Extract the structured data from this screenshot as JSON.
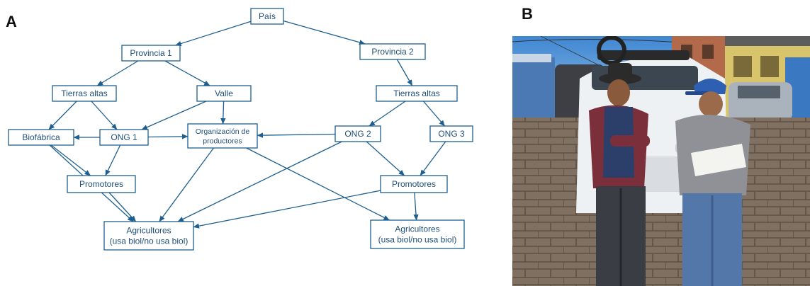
{
  "colors": {
    "diagram": "#1f5f8f",
    "text": "#1f4e79"
  },
  "panels": {
    "a_label": "A",
    "b_label": "B"
  },
  "nodes": [
    {
      "id": "pais",
      "label": "País"
    },
    {
      "id": "prov1",
      "label": "Provincia 1"
    },
    {
      "id": "prov2",
      "label": "Provincia 2"
    },
    {
      "id": "ta1",
      "label": "Tierras altas"
    },
    {
      "id": "valle",
      "label": "Valle"
    },
    {
      "id": "ta2",
      "label": "Tierras altas"
    },
    {
      "id": "bio",
      "label": "Biofábrica"
    },
    {
      "id": "ong1",
      "label": "ONG 1"
    },
    {
      "id": "orgprod",
      "label": "Organización de productores"
    },
    {
      "id": "ong2",
      "label": "ONG 2"
    },
    {
      "id": "ong3",
      "label": "ONG 3"
    },
    {
      "id": "prom1",
      "label": "Promotores"
    },
    {
      "id": "prom2",
      "label": "Promotores"
    },
    {
      "id": "agr1",
      "label": "Agricultores (usa biol/no usa biol)"
    },
    {
      "id": "agr2",
      "label": "Agricultores (usa biol/no usa biol)"
    }
  ],
  "edges": [
    [
      "pais",
      "prov1"
    ],
    [
      "pais",
      "prov2"
    ],
    [
      "prov1",
      "ta1"
    ],
    [
      "prov1",
      "valle"
    ],
    [
      "prov2",
      "ta2"
    ],
    [
      "ta1",
      "bio"
    ],
    [
      "ta1",
      "ong1"
    ],
    [
      "valle",
      "ong1"
    ],
    [
      "valle",
      "orgprod"
    ],
    [
      "ta2",
      "ong2"
    ],
    [
      "ta2",
      "ong3"
    ],
    [
      "ong1",
      "bio"
    ],
    [
      "ong1",
      "orgprod"
    ],
    [
      "ong2",
      "orgprod"
    ],
    [
      "ong1",
      "prom1"
    ],
    [
      "bio",
      "prom1"
    ],
    [
      "bio",
      "agr1"
    ],
    [
      "prom1",
      "agr1"
    ],
    [
      "orgprod",
      "agr1"
    ],
    [
      "ong2",
      "agr1"
    ],
    [
      "prom2",
      "agr1"
    ],
    [
      "orgprod",
      "agr2"
    ],
    [
      "ong2",
      "prom2"
    ],
    [
      "ong3",
      "prom2"
    ],
    [
      "prom2",
      "agr2"
    ]
  ],
  "photo": {
    "subject": "two men standing in a street reading a document in front of a white car"
  }
}
